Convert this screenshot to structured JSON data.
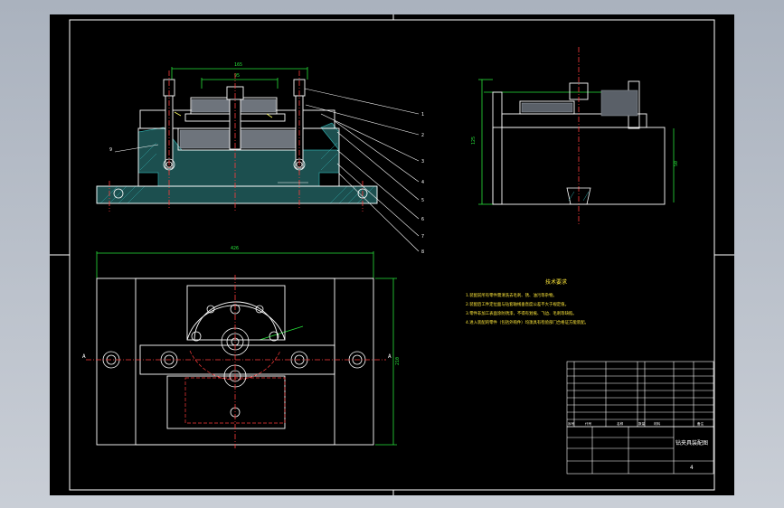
{
  "colors": {
    "background": "#b5bcc7",
    "sheet": "#000000",
    "outline": "#ffffff",
    "hidden": "#ff3b3b",
    "dimension": "#27e33a",
    "hatch": "#2fa6a6",
    "section": "#9aa0a8",
    "notes": "#ffe83a"
  },
  "drawing": {
    "dims": {
      "top_width": "165",
      "top_inner": "95",
      "plan_width": "426",
      "plan_height": "210",
      "side_height": "50",
      "side_total": "125"
    },
    "section_letter": "A",
    "balloons": [
      "1",
      "2",
      "3",
      "4",
      "5",
      "6",
      "7",
      "8",
      "9"
    ],
    "technical_requirements": {
      "title": "技术要求",
      "items": [
        "1.装配前所有零件需清洗去毛刺、锈、油污等杂物。",
        "2.装配后工件定位面与钻套轴线垂直度公差不大于规定值。",
        "3.零件非加工表面涂防锈漆，不得有划痕、飞边、毛刺等缺陷。",
        "4.进入装配的零件（包括外购件）均须具有检验部门合格证方能装配。"
      ]
    },
    "title_block": {
      "drawing_name": "钻夹具装配图",
      "sheet": "4",
      "headers": [
        "序号",
        "代号",
        "名称",
        "数量",
        "材料",
        "备注"
      ]
    }
  }
}
